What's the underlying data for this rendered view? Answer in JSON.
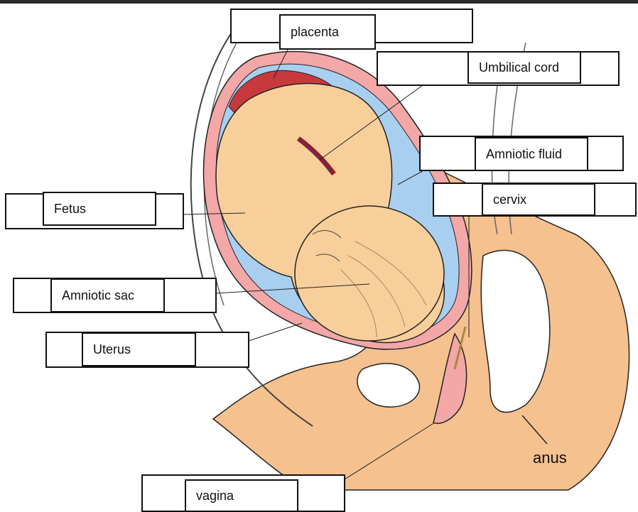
{
  "labels": {
    "placenta": "placenta",
    "umbilical_cord": "Umbilical cord",
    "amniotic_fluid": "Amniotic fluid",
    "cervix": "cervix",
    "fetus": "Fetus",
    "amniotic_sac": "Amniotic sac",
    "uterus": "Uterus",
    "vagina": "vagina",
    "anus": "anus"
  },
  "colors": {
    "skin": "#f5c18e",
    "uterus_wall": "#f3a7a7",
    "amniotic_fluid": "#a9cff0",
    "placenta": "#c8393d",
    "fetus": "#f8cf9a",
    "outline": "#222222"
  }
}
